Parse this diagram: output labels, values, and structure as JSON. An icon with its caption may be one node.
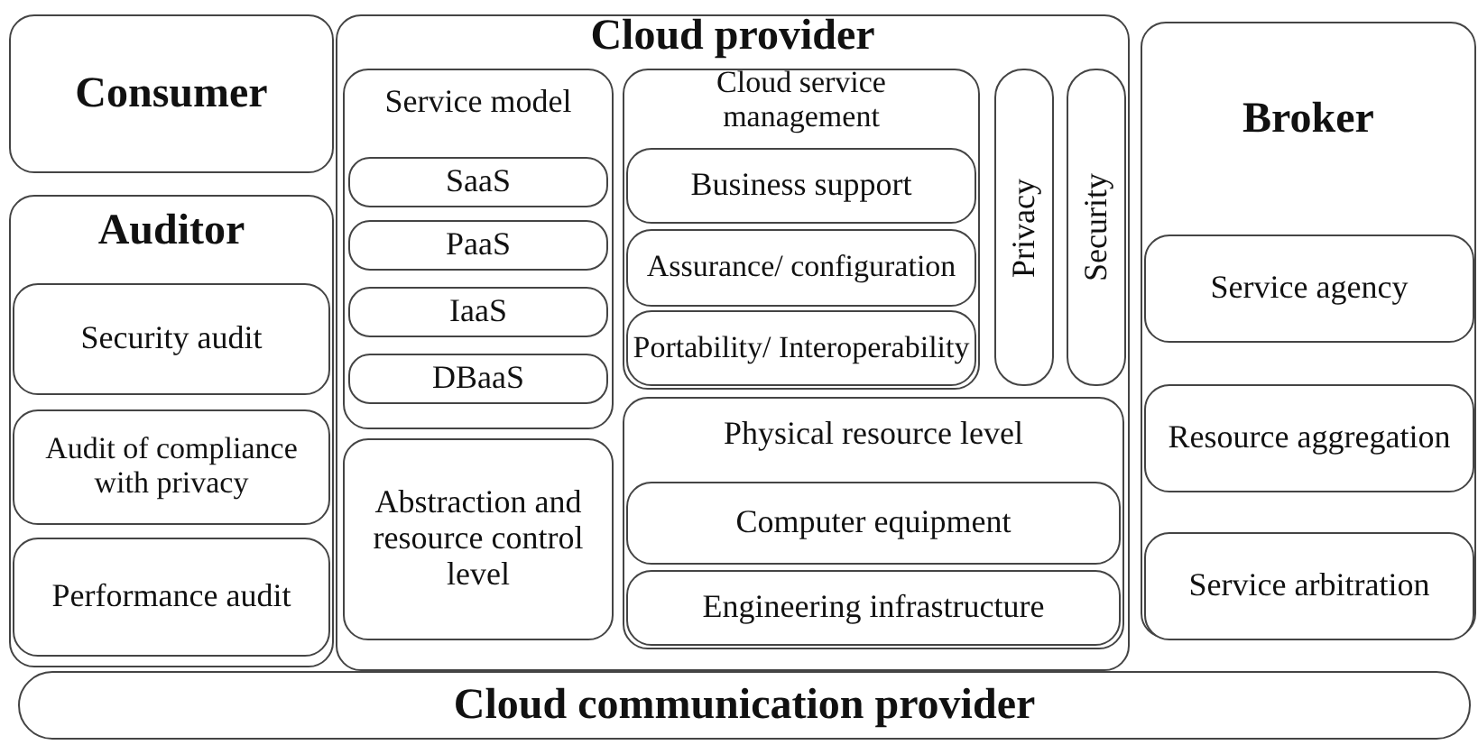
{
  "diagram": {
    "nodes": [
      {
        "text": [
          "Consumer"
        ]
      },
      {
        "text": [
          "Auditor"
        ]
      },
      {
        "text": [
          "Security audit"
        ],
        "in": 1
      },
      {
        "text": [
          "Audit of compliance with privacy"
        ],
        "in": 1
      },
      {
        "text": [
          "Performance audit"
        ],
        "in": 1
      },
      {
        "text": [
          "Cloud provider"
        ]
      },
      {
        "text": [
          "Service model"
        ],
        "in": 5
      },
      {
        "text": [
          "SaaS"
        ],
        "in": 6
      },
      {
        "text": [
          "PaaS"
        ],
        "in": 6
      },
      {
        "text": [
          "IaaS"
        ],
        "in": 6
      },
      {
        "text": [
          "DBaaS"
        ],
        "in": 6
      },
      {
        "text": [
          "Cloud service management"
        ],
        "in": 5
      },
      {
        "text": [
          "Business support"
        ],
        "in": 11
      },
      {
        "text": [
          "Assurance/ configuration"
        ],
        "in": 11
      },
      {
        "text": [
          "Portability/ Interoperability"
        ],
        "in": 11
      },
      {
        "text": [
          "Privacy"
        ],
        "in": 5
      },
      {
        "text": [
          "Security"
        ],
        "in": 5
      },
      {
        "text": [
          "Abstraction and resource control level"
        ],
        "in": 5
      },
      {
        "text": [
          "Physical resource level"
        ],
        "in": 5
      },
      {
        "text": [
          "Computer equipment"
        ],
        "in": 18
      },
      {
        "text": [
          "Engineering infrastructure"
        ],
        "in": 18
      },
      {
        "text": [
          "Broker"
        ]
      },
      {
        "text": [
          "Service agency"
        ],
        "in": 21
      },
      {
        "text": [
          "Resource aggregation"
        ],
        "in": 21
      },
      {
        "text": [
          "Service arbitration"
        ],
        "in": 21
      },
      {
        "text": [
          "Cloud communication provider"
        ]
      }
    ]
  }
}
